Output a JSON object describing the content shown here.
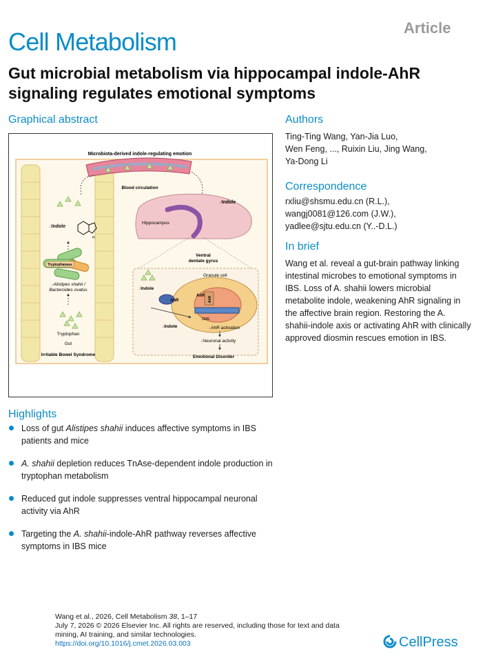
{
  "journal": "Cell Metabolism",
  "article_tag": "Article",
  "title": "Gut microbial metabolism via hippocampal indole-AhR signaling regulates emotional symptoms",
  "graphical_abstract": {
    "heading": "Graphical abstract",
    "figure_title": "Microbiota-derived indole-regulating emotion",
    "labels": {
      "blood_circulation": "Blood circulation",
      "indole": "Indole",
      "hippocampus": "Hippocampus",
      "ventral": "Ventral",
      "dentate_gyrus": "dentate gyrus",
      "tryptophanase": "Tryptophanase",
      "alistipes_line1": "Alistipes shahii /",
      "alistipes_line2": "Bacteroides ovatus",
      "tryptophan": "Tryptophan",
      "gut": "Gut",
      "ibs": "Irritable Bowel Syndrome",
      "granule_cell": "Granule cell",
      "ahr": "AhR",
      "dre": "DRE",
      "ahr_activation": "AhR activation",
      "neuronal_activity": "Neuronal activity",
      "emotional_disorder": "Emotional Disorder",
      "h_atom": "H"
    }
  },
  "authors": {
    "heading": "Authors",
    "lines": [
      "Ting-Ting Wang, Yan-Jia Luo,",
      "Wen Feng, ..., Ruixin Liu, Jing Wang,",
      "Ya-Dong Li"
    ]
  },
  "correspondence": {
    "heading": "Correspondence",
    "lines": [
      "rxliu@shsmu.edu.cn (R.L.),",
      "wangj0081@126.com (J.W.),",
      "yadlee@sjtu.edu.cn (Y..-D.L.)"
    ]
  },
  "in_brief": {
    "heading": "In brief",
    "text": "Wang et al. reveal a gut-brain pathway linking intestinal microbes to emotional symptoms in IBS. Loss of A. shahii lowers microbial metabolite indole, weakening AhR signaling in the affective brain region. Restoring the A. shahii-indole axis or activating AhR with clinically approved diosmin rescues emotion in IBS."
  },
  "highlights": {
    "heading": "Highlights",
    "items": [
      {
        "pre": "Loss of gut ",
        "em": "Alistipes shahii",
        "post": " induces affective symptoms in IBS patients and mice"
      },
      {
        "pre": "",
        "em": "A. shahii",
        "post": " depletion reduces TnAse-dependent indole production in tryptophan metabolism"
      },
      {
        "pre": "Reduced gut indole suppresses ventral hippocampal neuronal activity via AhR",
        "em": "",
        "post": ""
      },
      {
        "pre": "Targeting the ",
        "em": "A. shahii",
        "post": "-indole-AhR pathway reverses affective symptoms in IBS mice"
      }
    ]
  },
  "footer": {
    "citation_pre": "Wang et al., 2026, Cell Metabolism ",
    "citation_vol": "38",
    "citation_post": ", 1–17",
    "rights": "July 7, 2026 © 2026 Elsevier Inc. All rights are reserved, including those for text and data mining, AI training, and similar technologies.",
    "doi": "https://doi.org/10.1016/j.cmet.2026.03.003"
  },
  "publisher": "CellPress",
  "colors": {
    "accent": "#0a8cc8",
    "gut_yellow": "#f2e6a0",
    "brain_purple": "#7b3f9e",
    "arrow_red": "#d42a2a"
  }
}
